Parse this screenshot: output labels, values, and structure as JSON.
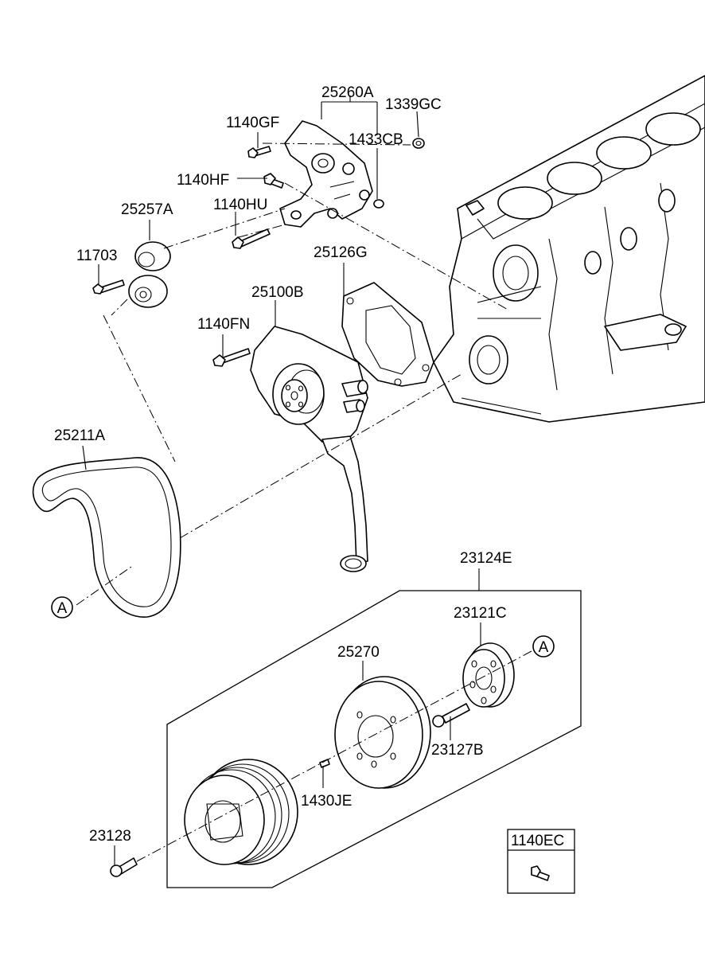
{
  "labels": {
    "p25260A": "25260A",
    "p1339GC": "1339GC",
    "p1140GF": "1140GF",
    "p1433CB": "1433CB",
    "p1140HF": "1140HF",
    "p1140HU": "1140HU",
    "p25257A": "25257A",
    "p11703": "11703",
    "p25126G": "25126G",
    "p25100B": "25100B",
    "p1140FN": "1140FN",
    "p25211A": "25211A",
    "p23124E": "23124E",
    "p23121C": "23121C",
    "p25270": "25270",
    "p23127B": "23127B",
    "p1430JE": "1430JE",
    "p23128": "23128",
    "p1140EC": "1140EC"
  },
  "callouts": {
    "a_left": "A",
    "a_right": "A"
  }
}
